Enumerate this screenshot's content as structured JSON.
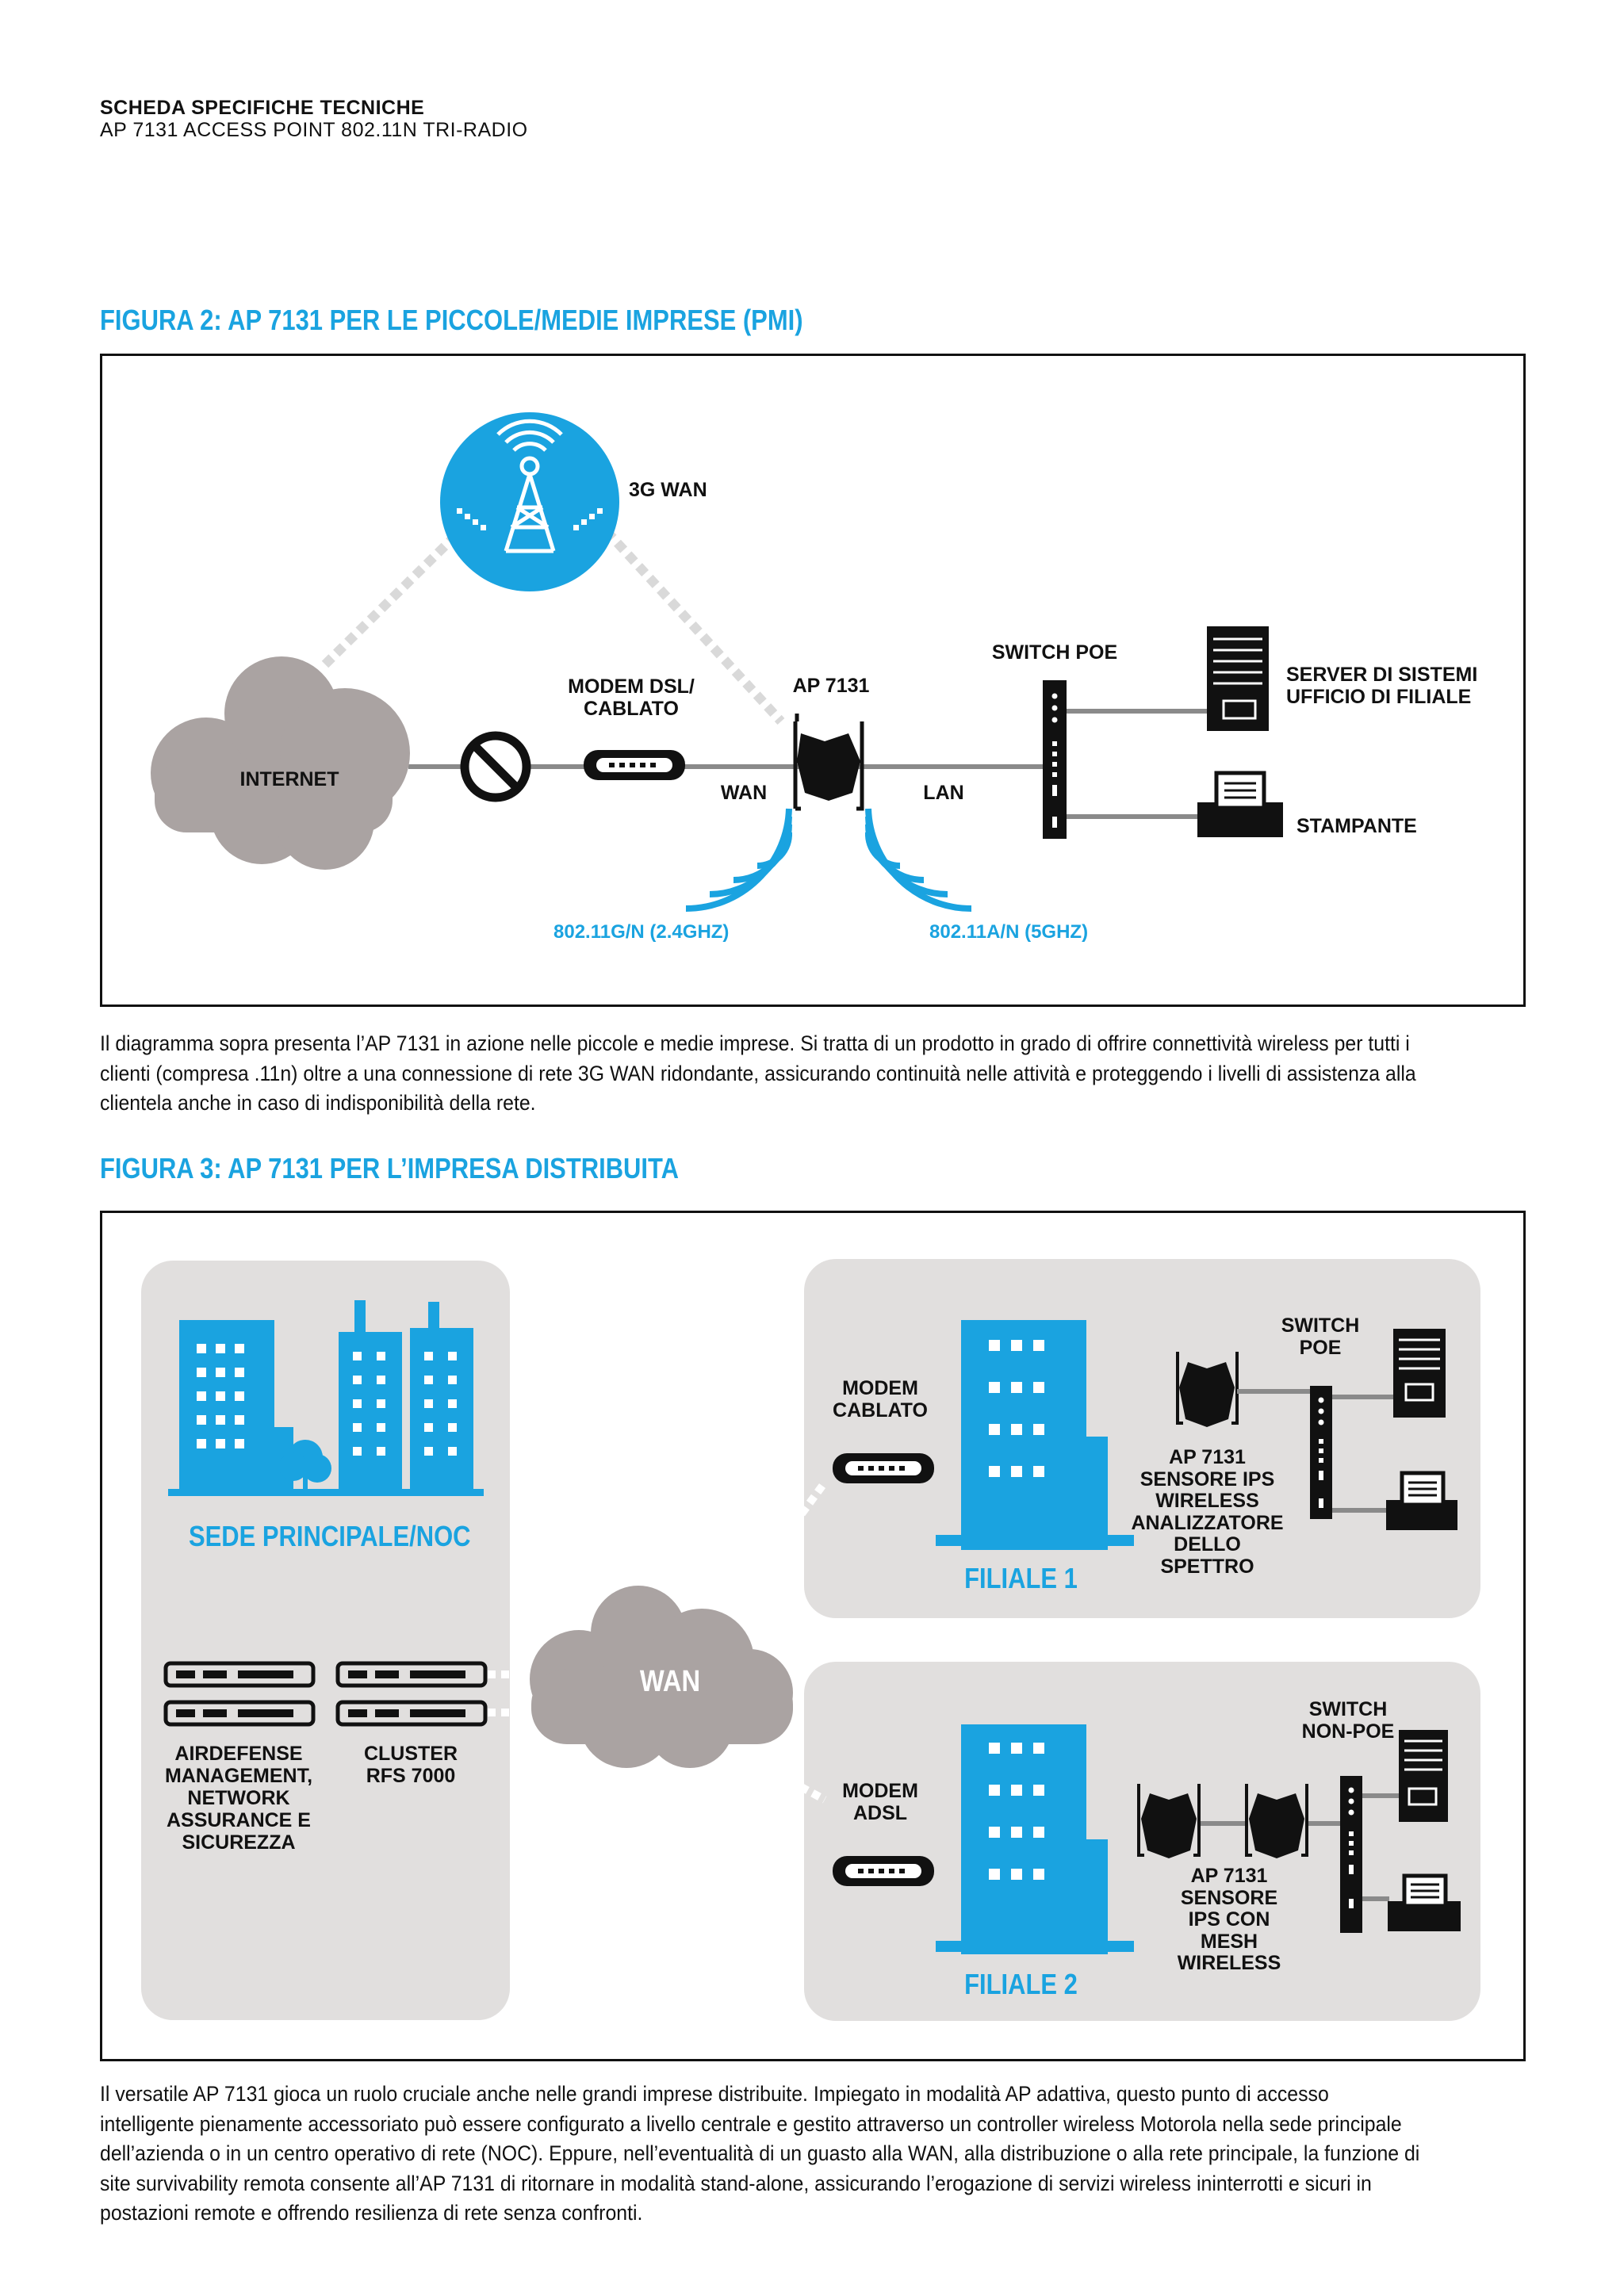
{
  "header": {
    "doc_type": "SCHEDA SPECIFICHE TECNICHE",
    "product": "AP 7131 ACCESS POINT 802.11N TRI-RADIO"
  },
  "figure2": {
    "title": "FIGURA 2: AP 7131 PER LE PICCOLE/MEDIE IMPRESE (PMI)",
    "labels": {
      "wan3g": "3G WAN",
      "internet": "INTERNET",
      "modem": "MODEM DSL/\nCABLATO",
      "ap": "AP 7131",
      "wan": "WAN",
      "lan": "LAN",
      "switch": "SWITCH POE",
      "server": "SERVER DI SISTEMI\nUFFICIO DI FILIALE",
      "printer": "STAMPANTE",
      "radio24": "802.11G/N (2.4GHZ)",
      "radio5": "802.11A/N (5GHZ)"
    },
    "description": "Il diagramma sopra presenta l’AP 7131 in azione nelle piccole e medie imprese. Si tratta di un prodotto in grado di offrire connettività wireless per tutti i clienti (compresa .11n) oltre a una connessione di rete 3G WAN ridondante, assicurando continuità nelle attività e proteggendo i livelli di assistenza alla clientela anche in caso di indisponibilità della rete."
  },
  "figure3": {
    "title": "FIGURA 3: AP 7131 PER L’IMPRESA DISTRIBUITA",
    "hq": {
      "title": "SEDE PRINCIPALE/NOC",
      "airdefense": "AIRDEFENSE\nMANAGEMENT,\nNETWORK\nASSURANCE E\nSICUREZZA",
      "cluster": "CLUSTER\nRFS 7000"
    },
    "wan": "WAN",
    "branch1": {
      "title": "FILIALE 1",
      "modem": "MODEM\nCABLATO",
      "switch": "SWITCH\nPOE",
      "ap": "AP 7131\nSENSORE IPS\nWIRELESS\nANALIZZATORE\nDELLO\nSPETTRO"
    },
    "branch2": {
      "title": "FILIALE 2",
      "modem": "MODEM\nADSL",
      "switch": "SWITCH\nNON-POE",
      "ap": "AP 7131\nSENSORE\nIPS CON\nMESH\nWIRELESS"
    },
    "description": "Il versatile AP 7131 gioca un ruolo cruciale anche nelle grandi imprese distribuite. Impiegato in modalità AP adattiva, questo punto di accesso intelligente pienamente accessoriato può essere configurato a livello centrale e gestito attraverso un controller wireless Motorola nella sede principale dell’azienda o in un centro operativo di rete (NOC). Eppure, nell’eventualità di un guasto alla WAN, alla distribuzione o alla rete principale, la funzione di site survivability remota consente all’AP 7131 di ritornare in modalità stand-alone, assicurando l’erogazione di servizi wireless ininterrotti e sicuri in postazioni remote e offrendo resilienza di rete senza confronti."
  },
  "colors": {
    "accent_blue": "#1aa3e0",
    "cloud_gray": "#aaa3a2",
    "panel_gray": "#e1dfde",
    "device_black": "#111111"
  }
}
